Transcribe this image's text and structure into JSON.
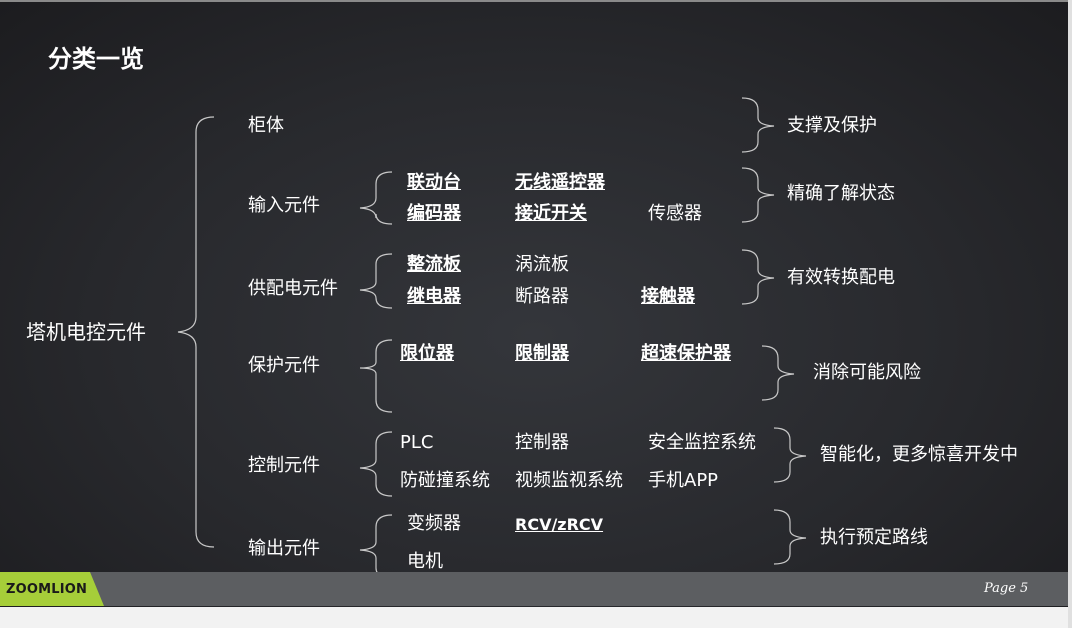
{
  "slide": {
    "title": "分类一览",
    "root": "塔机电控元件",
    "categories": [
      {
        "name": "柜体",
        "items": [],
        "result": "支撑及保护"
      },
      {
        "name": "输入元件",
        "items": [
          {
            "text": "联动台",
            "bold": true
          },
          {
            "text": "无线遥控器",
            "bold": true
          },
          {
            "text": "编码器",
            "bold": true
          },
          {
            "text": "接近开关",
            "bold": true
          },
          {
            "text": "传感器",
            "bold": false
          }
        ],
        "result": "精确了解状态"
      },
      {
        "name": "供配电元件",
        "items": [
          {
            "text": "整流板",
            "bold": true
          },
          {
            "text": "涡流板",
            "bold": false
          },
          {
            "text": "继电器",
            "bold": true
          },
          {
            "text": "断路器",
            "bold": false
          },
          {
            "text": "接触器",
            "bold": true
          }
        ],
        "result": "有效转换配电"
      },
      {
        "name": "保护元件",
        "items": [
          {
            "text": "限位器",
            "bold": true
          },
          {
            "text": "限制器",
            "bold": true
          },
          {
            "text": "超速保护器",
            "bold": true
          }
        ],
        "result": "消除可能风险"
      },
      {
        "name": "控制元件",
        "items": [
          {
            "text": "PLC",
            "bold": false
          },
          {
            "text": "控制器",
            "bold": false
          },
          {
            "text": "安全监控系统",
            "bold": false
          },
          {
            "text": "防碰撞系统",
            "bold": false
          },
          {
            "text": "视频监视系统",
            "bold": false
          },
          {
            "text": "手机APP",
            "bold": false
          }
        ],
        "result": "智能化，更多惊喜开发中"
      },
      {
        "name": "输出元件",
        "items": [
          {
            "text": "变频器",
            "bold": false
          },
          {
            "text": "RCV/zRCV",
            "bold": true
          },
          {
            "text": "电机",
            "bold": false
          }
        ],
        "result": "执行预定路线"
      }
    ]
  },
  "footer": {
    "logo": "ZOOMLION",
    "page": "Page 5"
  },
  "colors": {
    "background": "#2b2c30",
    "text": "#ffffff",
    "brace": "#c8c8c8",
    "footer": "#5c5e61",
    "logo_green": "#a6ce39"
  }
}
